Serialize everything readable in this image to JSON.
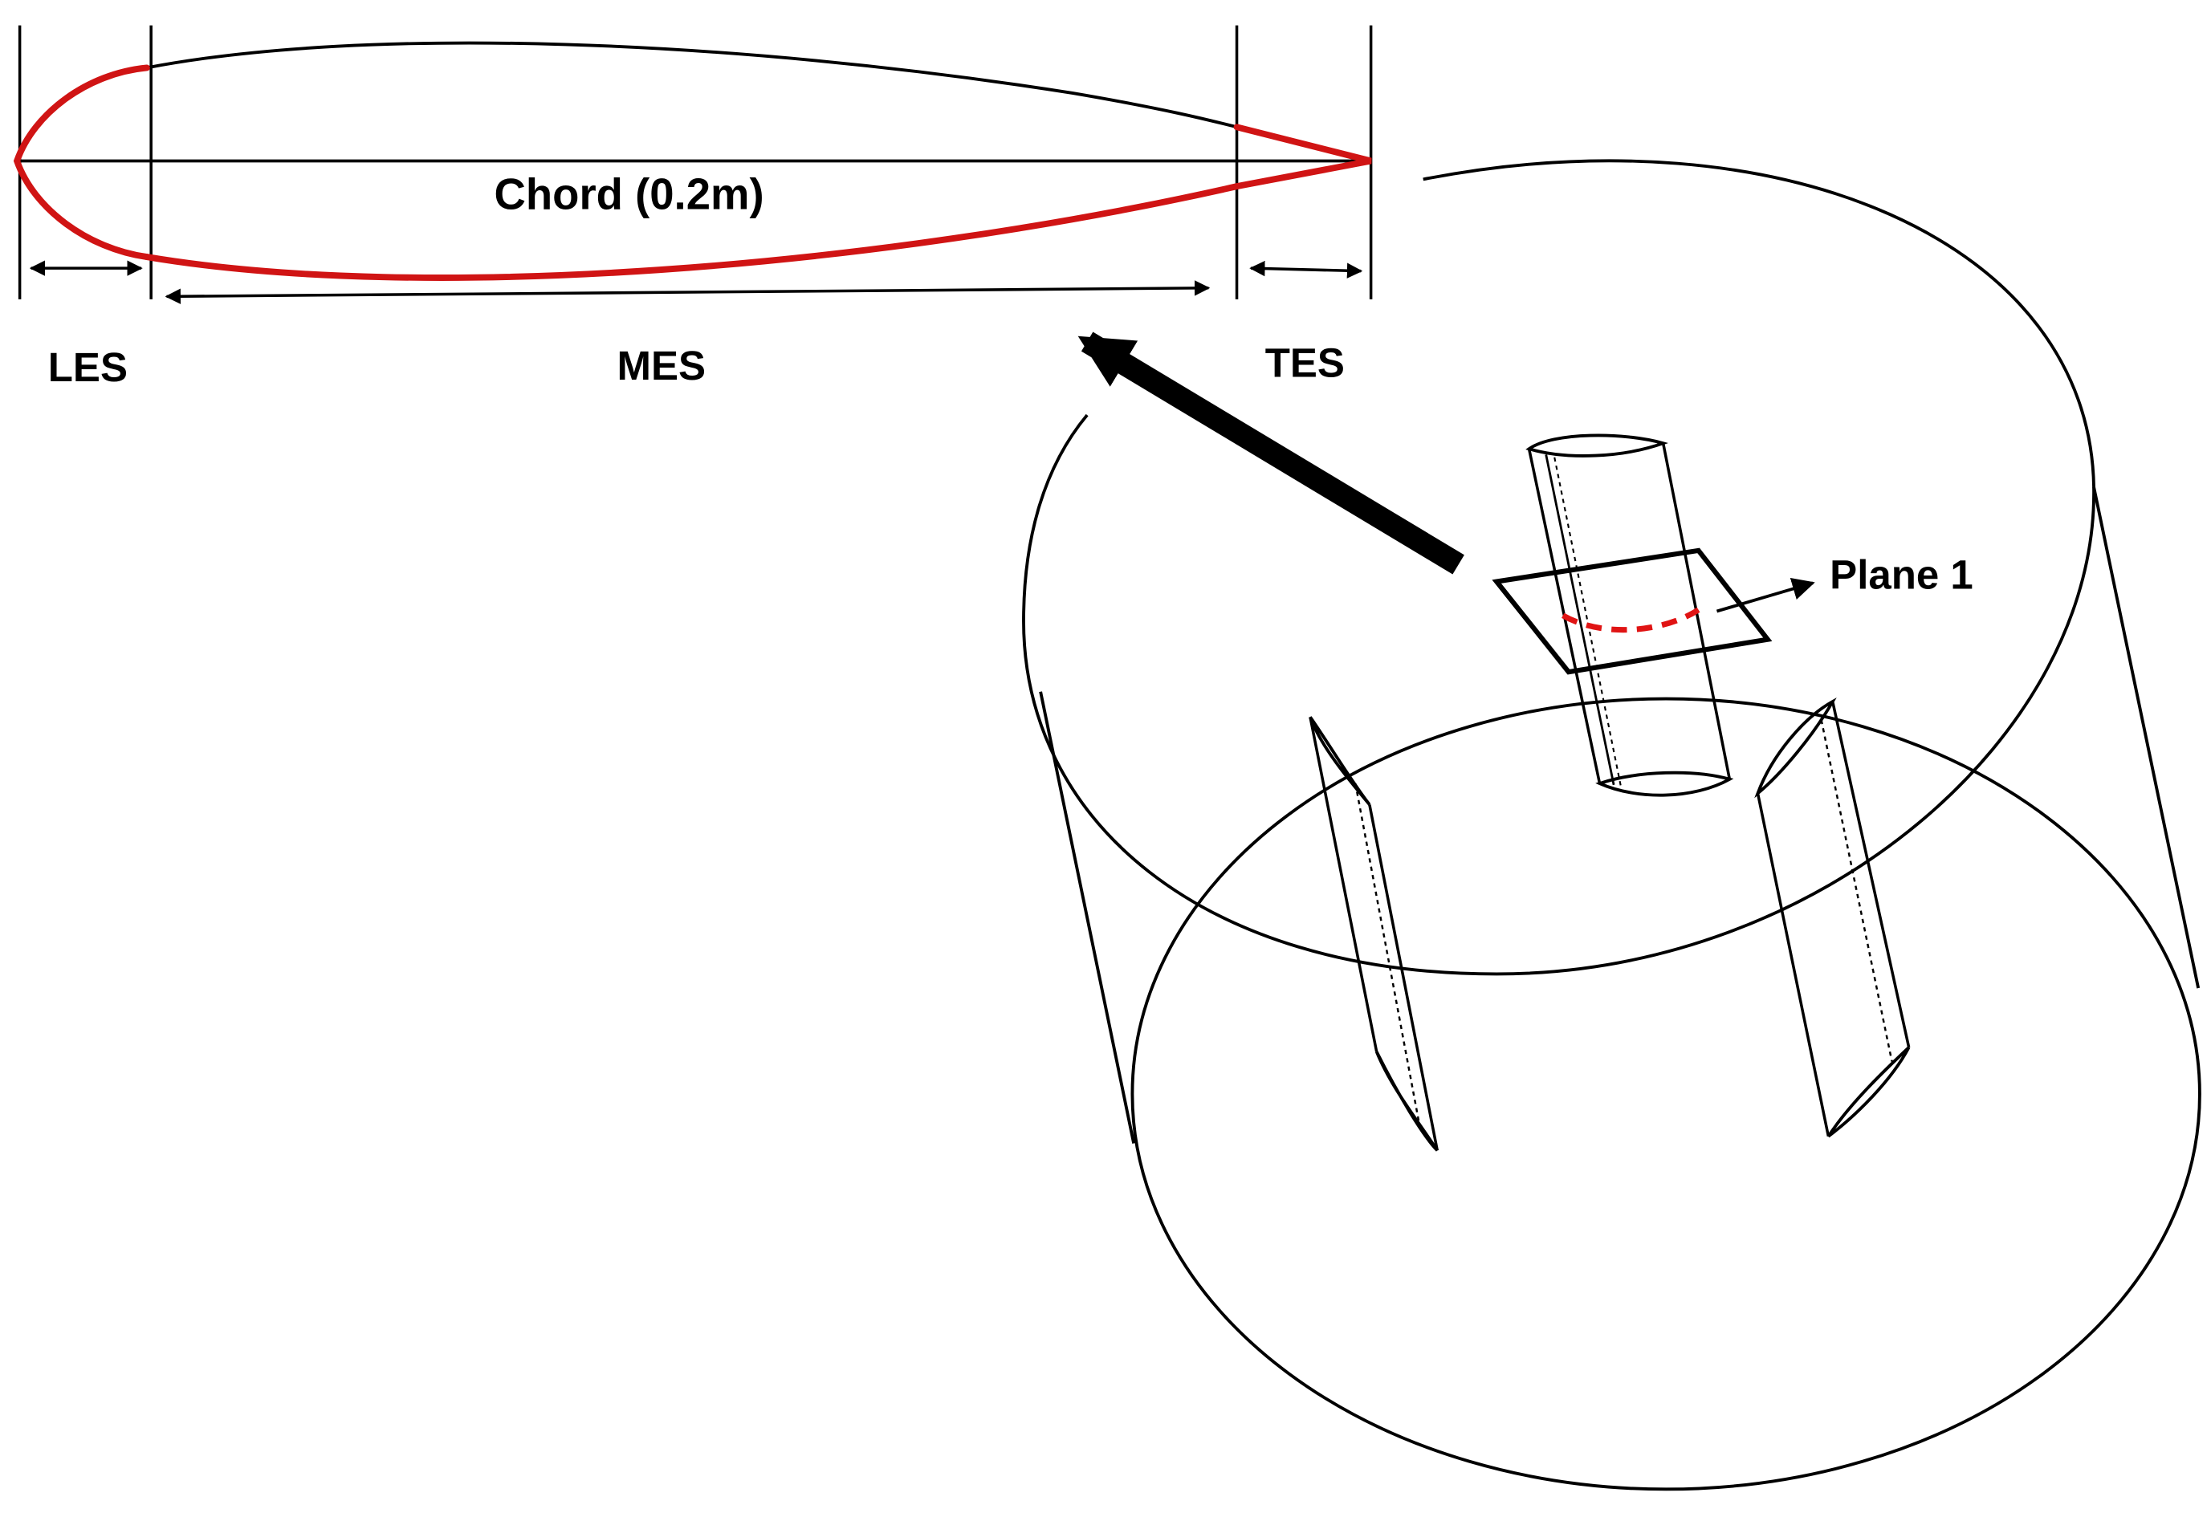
{
  "labels": {
    "chord": "Chord (0.2m)",
    "les": "LES",
    "mes": "MES",
    "tes": "TES",
    "plane": "Plane 1"
  },
  "colors": {
    "highlight": "#d01414",
    "line": "#000000",
    "background": "#ffffff"
  }
}
